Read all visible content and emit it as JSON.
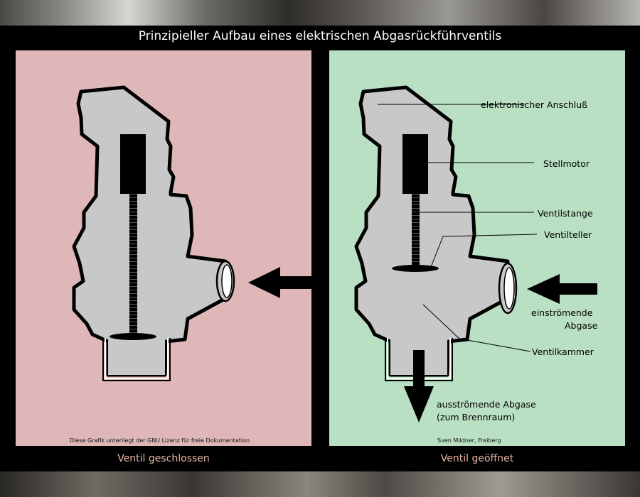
{
  "title": "Prinzipieller Aufbau eines elektrischen Abgasrückführventils",
  "captions": {
    "closed": "Ventil geschlossen",
    "open": "Ventil geöffnet"
  },
  "credits": {
    "license": "Diese Grafik unterliegt der GNU Lizenz für freie Dokumentation",
    "author": "Sven Mildner, Freiberg"
  },
  "labels": {
    "connector": "elektronischer Anschluß",
    "motor": "Stellmotor",
    "rod": "Ventilstange",
    "disc": "Ventilteller",
    "inflow_line1": "einströmende",
    "inflow_line2": "Abgase",
    "chamber": "Ventilkammer",
    "outflow_line1": "ausströmende Abgase",
    "outflow_line2": "(zum Brennraum)"
  },
  "colors": {
    "closed_panel": "#dfb7b8",
    "open_panel": "#b9e0c2",
    "valve_body": "#c8c8c8",
    "outline": "#000000",
    "caption": "#e7b6a5"
  }
}
